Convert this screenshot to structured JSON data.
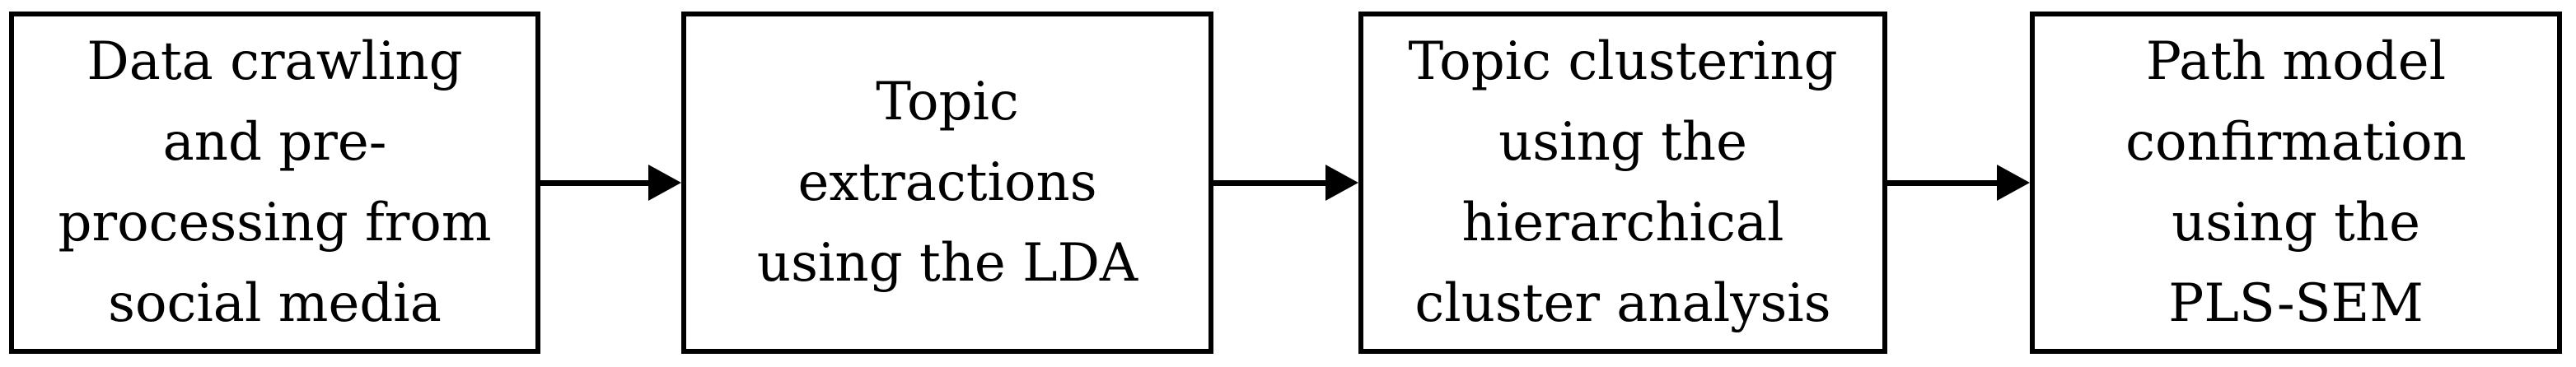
{
  "diagram": {
    "type": "flowchart",
    "direction": "left-to-right",
    "background_color": "#ffffff",
    "box_border_color": "#000000",
    "text_color": "#000000",
    "arrow_color": "#000000",
    "steps": [
      {
        "label": "Data crawling and pre-processing from social media",
        "lines": [
          "Data crawling",
          "and pre-",
          "processing from",
          "social media"
        ]
      },
      {
        "label": "Topic extractions using the LDA",
        "lines": [
          "Topic",
          "extractions",
          "using the LDA"
        ]
      },
      {
        "label": "Topic clustering using the hierarchical cluster analysis",
        "lines": [
          "Topic clustering",
          "using the",
          "hierarchical",
          "cluster analysis"
        ]
      },
      {
        "label": "Path model confirmation using the PLS-SEM",
        "lines": [
          "Path model",
          "confirmation",
          "using the",
          "PLS-SEM"
        ]
      }
    ],
    "connections": [
      {
        "from": "step-1",
        "to": "step-2"
      },
      {
        "from": "step-2",
        "to": "step-3"
      },
      {
        "from": "step-3",
        "to": "step-4"
      }
    ]
  }
}
